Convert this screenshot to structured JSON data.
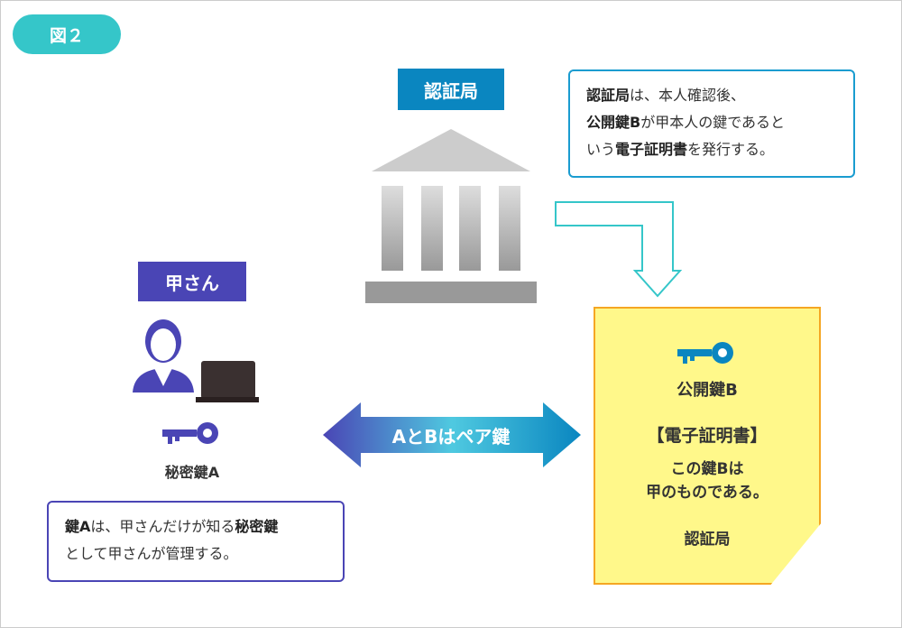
{
  "figure_label": "図２",
  "ca": {
    "label": "認証局",
    "color": "#0a86c0"
  },
  "note_ca": {
    "p1b": "認証局",
    "p1": "は、本人確認後、",
    "p2b": "公開鍵B",
    "p2": "が甲本人の鍵であると",
    "p3": "いう",
    "p3b": "電子証明書",
    "p3c": "を発行する。"
  },
  "user": {
    "label": "甲さん",
    "key_label": "秘密鍵A",
    "color": "#4a45b5"
  },
  "arrow_label": "AとBはペア鍵",
  "cert": {
    "key_label": "公開鍵B",
    "title": "【電子証明書】",
    "line1": "この鍵Bは",
    "line2": "甲のものである。",
    "issuer": "認証局"
  },
  "note_user": {
    "p1b": "鍵A",
    "p1": "は、甲さんだけが知る",
    "p1c": "秘密鍵",
    "p2": "として甲さんが管理する。"
  }
}
